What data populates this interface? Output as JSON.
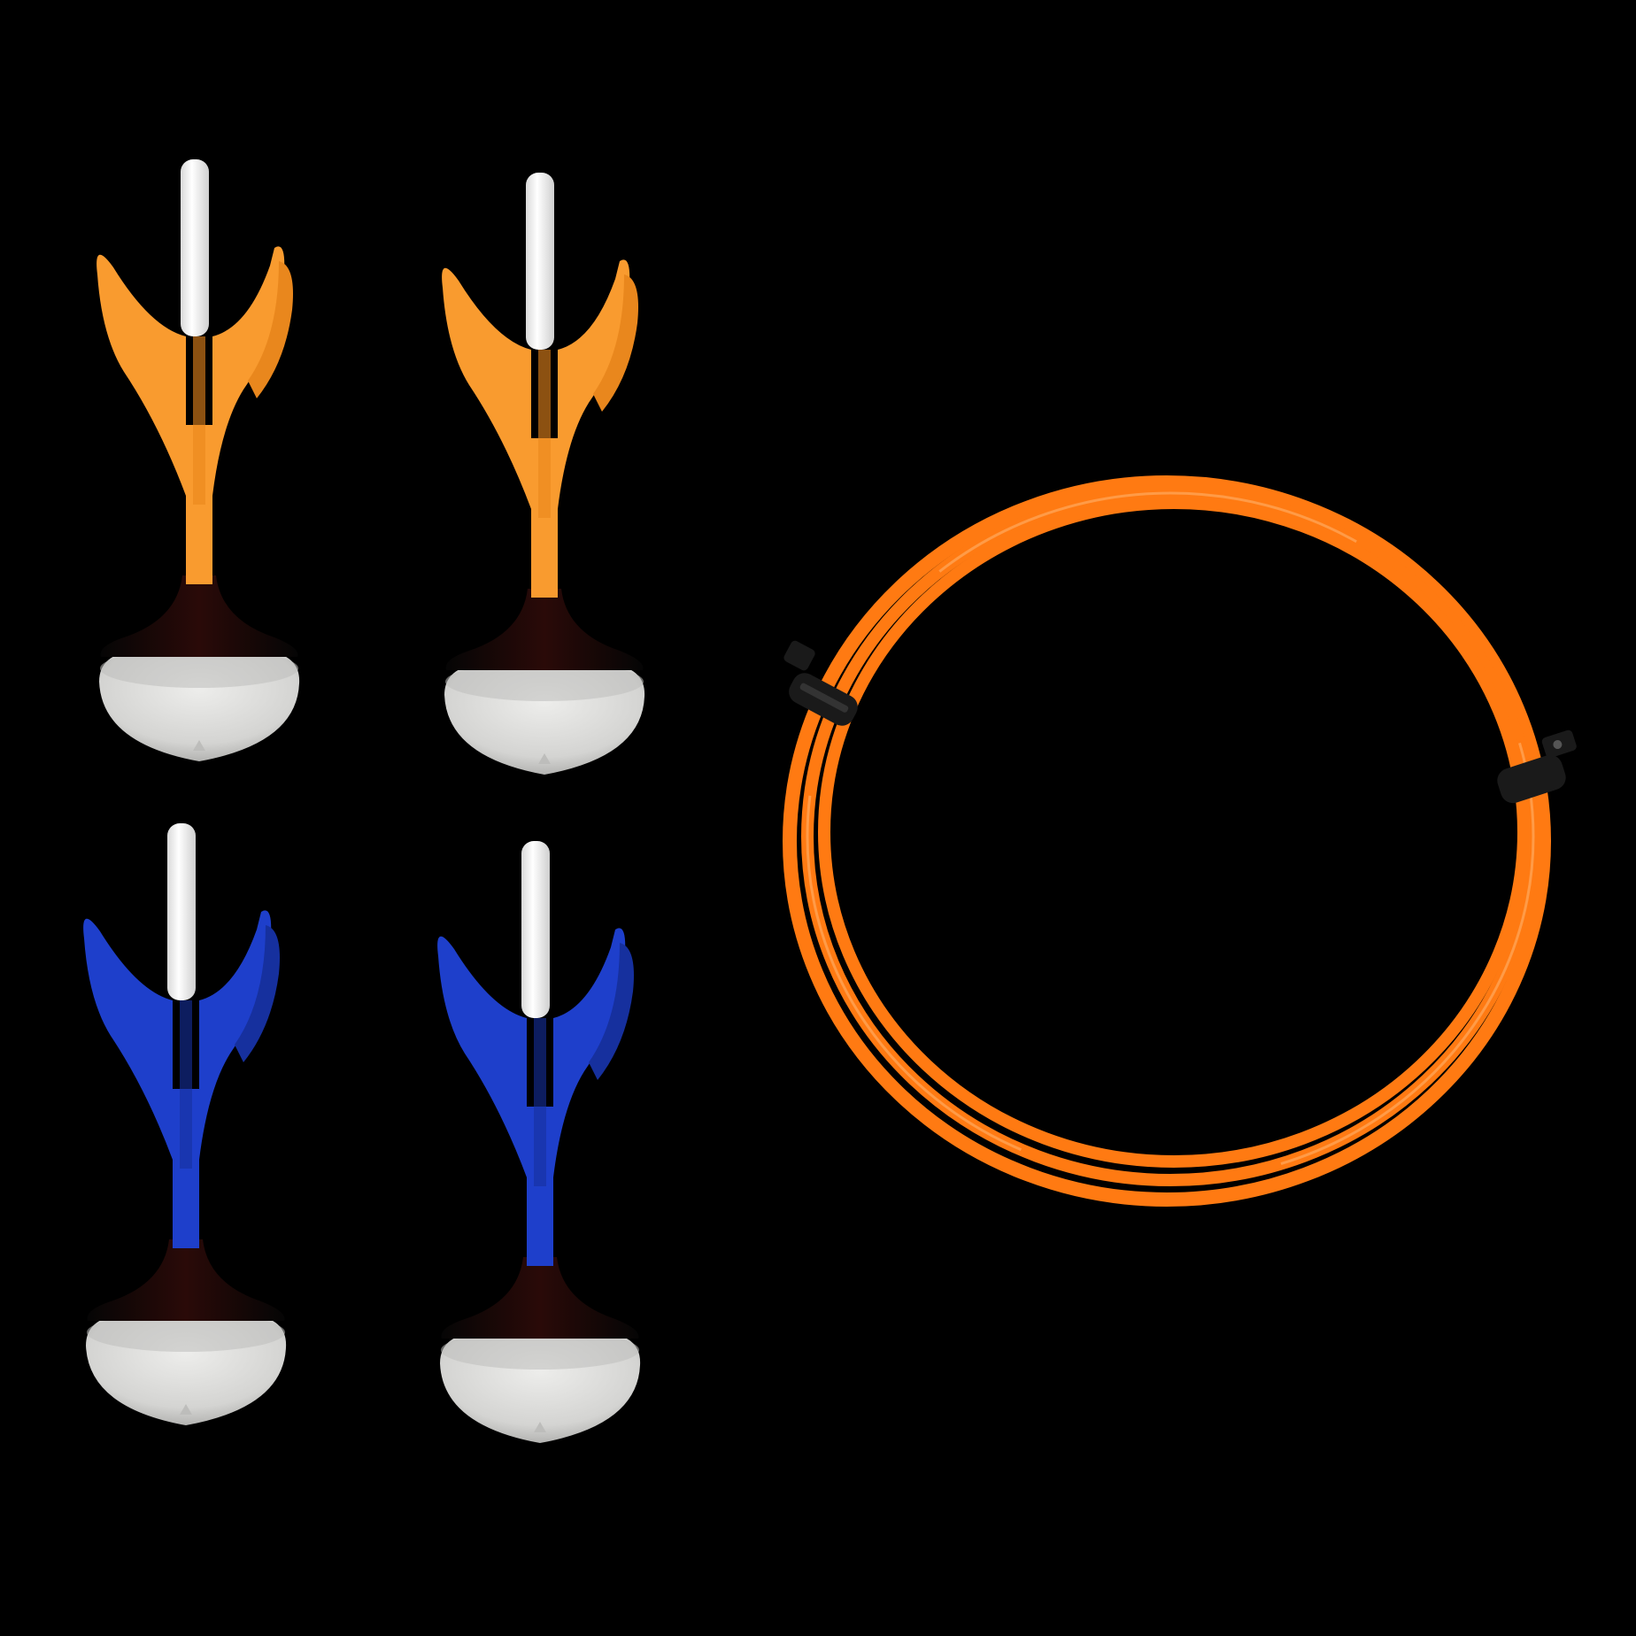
{
  "scene": {
    "background_color": "#000000",
    "darts": [
      {
        "id": "dart-orange-1",
        "fin_color": "#F99B2F",
        "fin_shade": "#E9871D",
        "color_name": "orange"
      },
      {
        "id": "dart-orange-2",
        "fin_color": "#F99B2F",
        "fin_shade": "#E9871D",
        "color_name": "orange"
      },
      {
        "id": "dart-blue-1",
        "fin_color": "#1E3FCB",
        "fin_shade": "#16309E",
        "color_name": "blue"
      },
      {
        "id": "dart-blue-2",
        "fin_color": "#1E3FCB",
        "fin_shade": "#16309E",
        "color_name": "blue"
      }
    ],
    "dart_parts": {
      "tip_color": "#F4F4F4",
      "neck_color": "#0C0C0C",
      "neck_tint": "#3A0E0A",
      "weight_color": "#D8D8D6",
      "weight_shade": "#BDBDBB"
    },
    "rope": {
      "color": "#FF7A12",
      "highlight": "#FFB06A",
      "clip_color": "#1A1A1A",
      "clips": 2
    }
  }
}
